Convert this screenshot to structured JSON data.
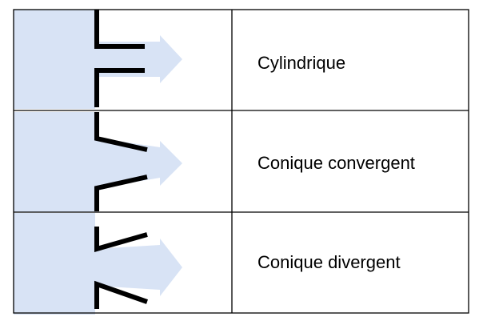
{
  "colors": {
    "flow_fill": "#d8e3f5",
    "grid_line": "#000000",
    "nozzle_wall": "#000000"
  },
  "rows": [
    {
      "label": "Cylindrique",
      "shape": "cylindrical"
    },
    {
      "label": "Conique convergent",
      "shape": "conical-convergent"
    },
    {
      "label": "Conique divergent",
      "shape": "conical-divergent"
    }
  ]
}
